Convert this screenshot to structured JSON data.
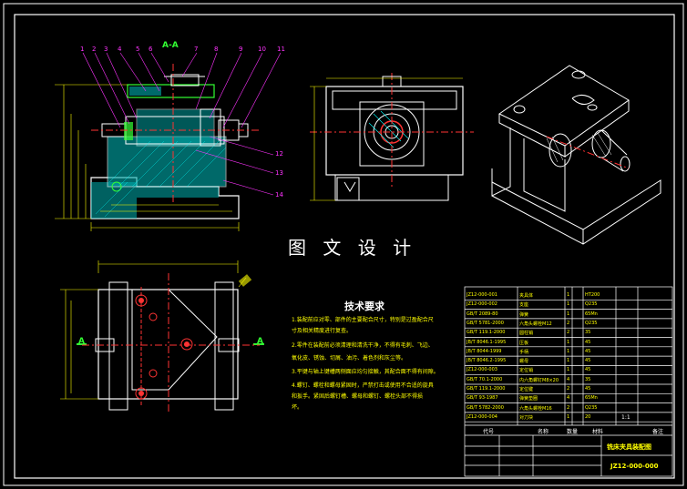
{
  "watermark": "图 文 设 计",
  "section_label": "A-A",
  "section_mark_left": "A",
  "section_mark_right": "A",
  "callouts": [
    "1",
    "2",
    "3",
    "4",
    "5",
    "6",
    "7",
    "8",
    "9",
    "10",
    "11",
    "12",
    "13",
    "14"
  ],
  "requirements": {
    "title": "技术要求",
    "items": [
      "1.装配前应对零、部件的主要配合尺寸，特别是过盈配合尺",
      "  寸及相关精度进行复查。",
      "2.零件在装配前必须清理和清洗干净，不得有毛刺、飞边、",
      "  氧化皮、锈蚀、切屑、油污、着色剂和灰尘等。",
      "3.平键与轴上键槽两侧面应均匀接触，其配合面不得有间隙。",
      "4.螺钉、螺栓和螺母紧固时，严禁打击或使用不合适的旋具",
      "  和扳手。紧固后螺钉槽、螺母和螺钉、螺栓头部不得损",
      "  坏。"
    ]
  },
  "title_block": {
    "drawing_title": "铣床夹具装配图",
    "drawing_no": "JZ12-000-000",
    "scale": "1:1",
    "headers": [
      "代号",
      "名称",
      "数量",
      "材料",
      "备注"
    ],
    "parts": [
      [
        "JZ12-000-001",
        "夹具体",
        "1",
        "HT200"
      ],
      [
        "JZ12-000-002",
        "支座",
        "1",
        "Q235"
      ],
      [
        "GB/T 2089-80",
        "弹簧",
        "1",
        "65Mn"
      ],
      [
        "GB/T 5781-2000",
        "六角头螺栓M12",
        "2",
        "Q235"
      ],
      [
        "GB/T 119.1-2000",
        "圆柱销",
        "2",
        "35"
      ],
      [
        "JB/T 8046.1-1995",
        "压板",
        "1",
        "45"
      ],
      [
        "JB/T 8044-1999",
        "手柄",
        "1",
        "45"
      ],
      [
        "JB/T 8046.2-1995",
        "螺母",
        "1",
        "45"
      ],
      [
        "JZ12-000-003",
        "定位销",
        "1",
        "45"
      ],
      [
        "GB/T 70.1-2000",
        "内六角螺钉M8×20",
        "4",
        "35"
      ],
      [
        "GB/T 119.1-2000",
        "定位键",
        "2",
        "45"
      ],
      [
        "GB/T 93-1987",
        "弹簧垫圈",
        "4",
        "65Mn"
      ],
      [
        "GB/T 5782-2000",
        "六角头螺栓M16",
        "2",
        "Q235"
      ],
      [
        "JZ12-000-004",
        "对刀块",
        "1",
        "20"
      ]
    ]
  },
  "colors": {
    "background": "#000000",
    "frame": "#ffffff",
    "body_outline": "#ffffff",
    "dimension": "#ffff00",
    "leader": "#ff33ff",
    "centerline": "#ff3333",
    "hatch": "#00cccc",
    "part_green": "#33ff33"
  }
}
